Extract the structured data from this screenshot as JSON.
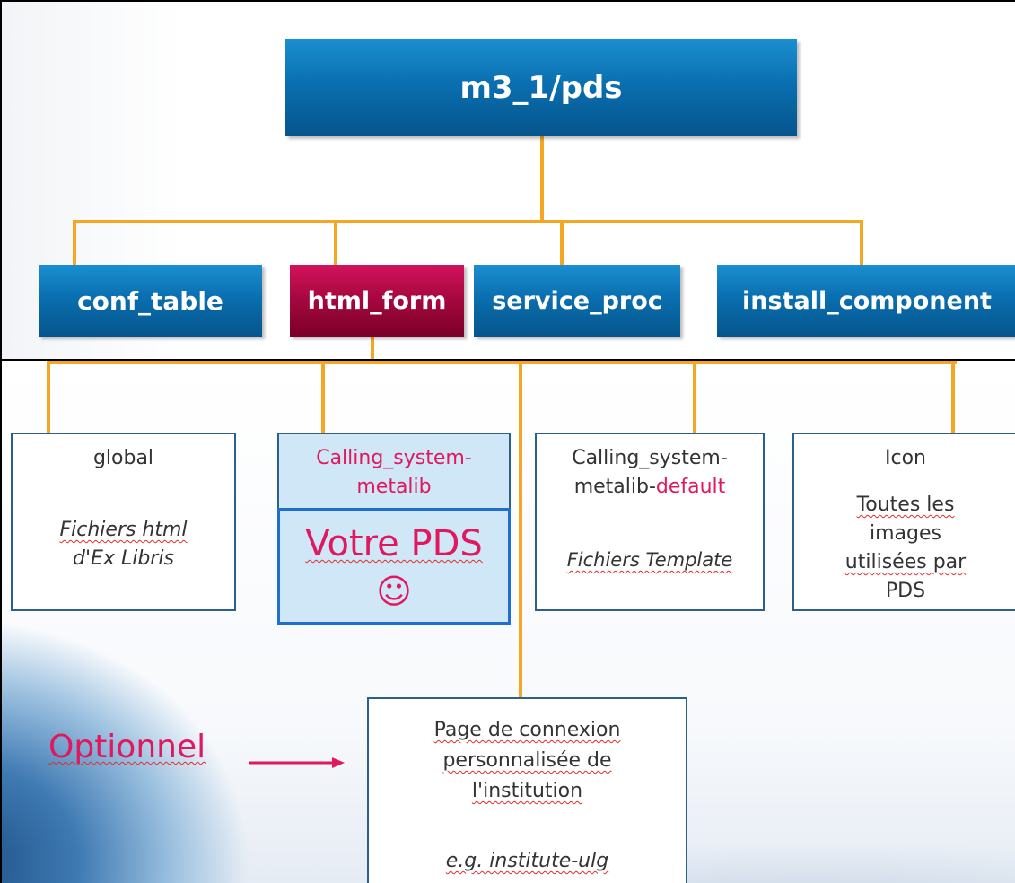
{
  "root": {
    "label": "m3_1/pds"
  },
  "level1": [
    {
      "label": "conf_table"
    },
    {
      "label": "html_form"
    },
    {
      "label": "service_proc"
    },
    {
      "label": "install_component"
    }
  ],
  "global_box": {
    "title": "global",
    "desc_line1": "Fichiers html",
    "desc_line2": "d'Ex Libris"
  },
  "calling_box": {
    "title_line1": "Calling_system-",
    "title_line2": "metalib",
    "inner_label": "Votre PDS",
    "smiley": "☺"
  },
  "default_box": {
    "title_line1": "Calling_system-",
    "title_line2_prefix": "metalib-",
    "title_line2_suffix": "default",
    "desc": "Fichiers Template"
  },
  "icon_box": {
    "title": "Icon",
    "desc_line1": "Toutes les",
    "desc_line2": "images",
    "desc_line3": "utilisées par",
    "desc_line4": "PDS"
  },
  "login_box": {
    "line1": "Page de connexion",
    "line2": "personnalisée de",
    "line3": "l'institution",
    "example": "e.g. institute-ulg"
  },
  "optional": {
    "label": "Optionnel"
  },
  "colors": {
    "connector": "#f5a623",
    "accent_pink": "#e0195f",
    "box_blue": "#0a6fb0",
    "box_red": "#a8083f",
    "leaf_border": "#2c5f8a"
  }
}
